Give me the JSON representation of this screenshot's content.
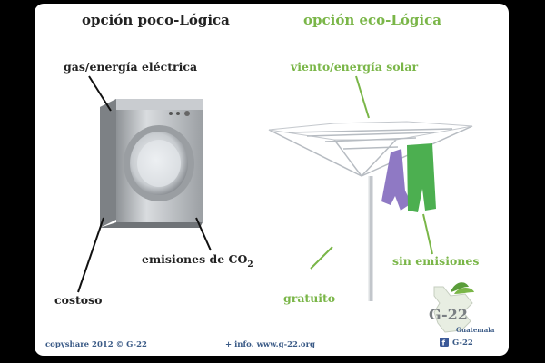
{
  "left_title": "opción poco-Lógica",
  "right_title": "opción eco-Lógica",
  "labels": {
    "gas": "gas/energía eléctrica",
    "emisiones_prefix": "emisiones de CO",
    "emisiones_sub": "2",
    "costoso": "costoso",
    "viento": "viento/energía solar",
    "sin_emisiones": "sin emisiones",
    "gratuito": "gratuito"
  },
  "footer": {
    "copyright": "copyshare 2012 © G-22",
    "info": "+ info.  www.g-22.org",
    "facebook": "G-22"
  },
  "logo": {
    "text": "G-22",
    "subtitle": "Guatemala"
  },
  "colors": {
    "accent_green": "#7ab648",
    "text_dark": "#222222",
    "footer_blue": "#3a5a86"
  }
}
